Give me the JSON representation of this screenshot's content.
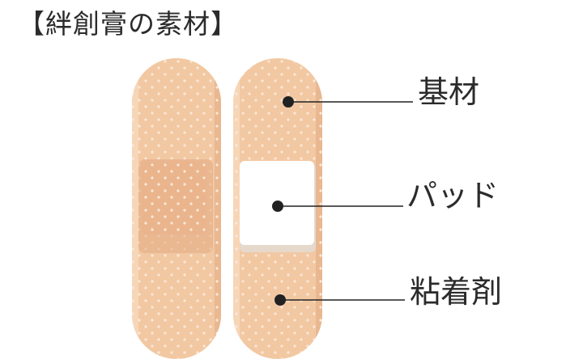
{
  "title": "【絆創膏の素材】",
  "labels": {
    "base": "基材",
    "pad": "パッド",
    "adhesive": "粘着剤"
  },
  "colors": {
    "bandage": "#f2c8a2",
    "bandage_shade": "#e9b890",
    "pad": "#ffffff",
    "pad_shadow": "#e6d9cc",
    "dot": "#fae8d8",
    "text": "#2b2b2b",
    "leader": "#222222"
  }
}
